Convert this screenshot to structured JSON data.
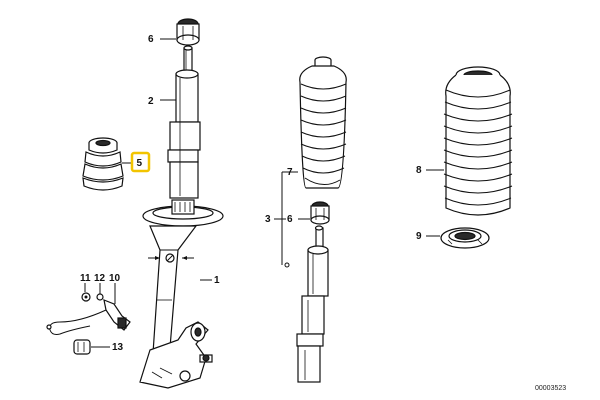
{
  "diagram": {
    "reference_number": "00003523",
    "highlight_color": "#f2c400",
    "highlighted_callout": "5",
    "callouts": {
      "c1": "1",
      "c2": "2",
      "c3": "3",
      "c5": "5",
      "c6a": "6",
      "c6b": "6",
      "c7": "7",
      "c8": "8",
      "c9": "9",
      "c10": "10",
      "c11": "11",
      "c12": "12",
      "c13": "13"
    }
  }
}
